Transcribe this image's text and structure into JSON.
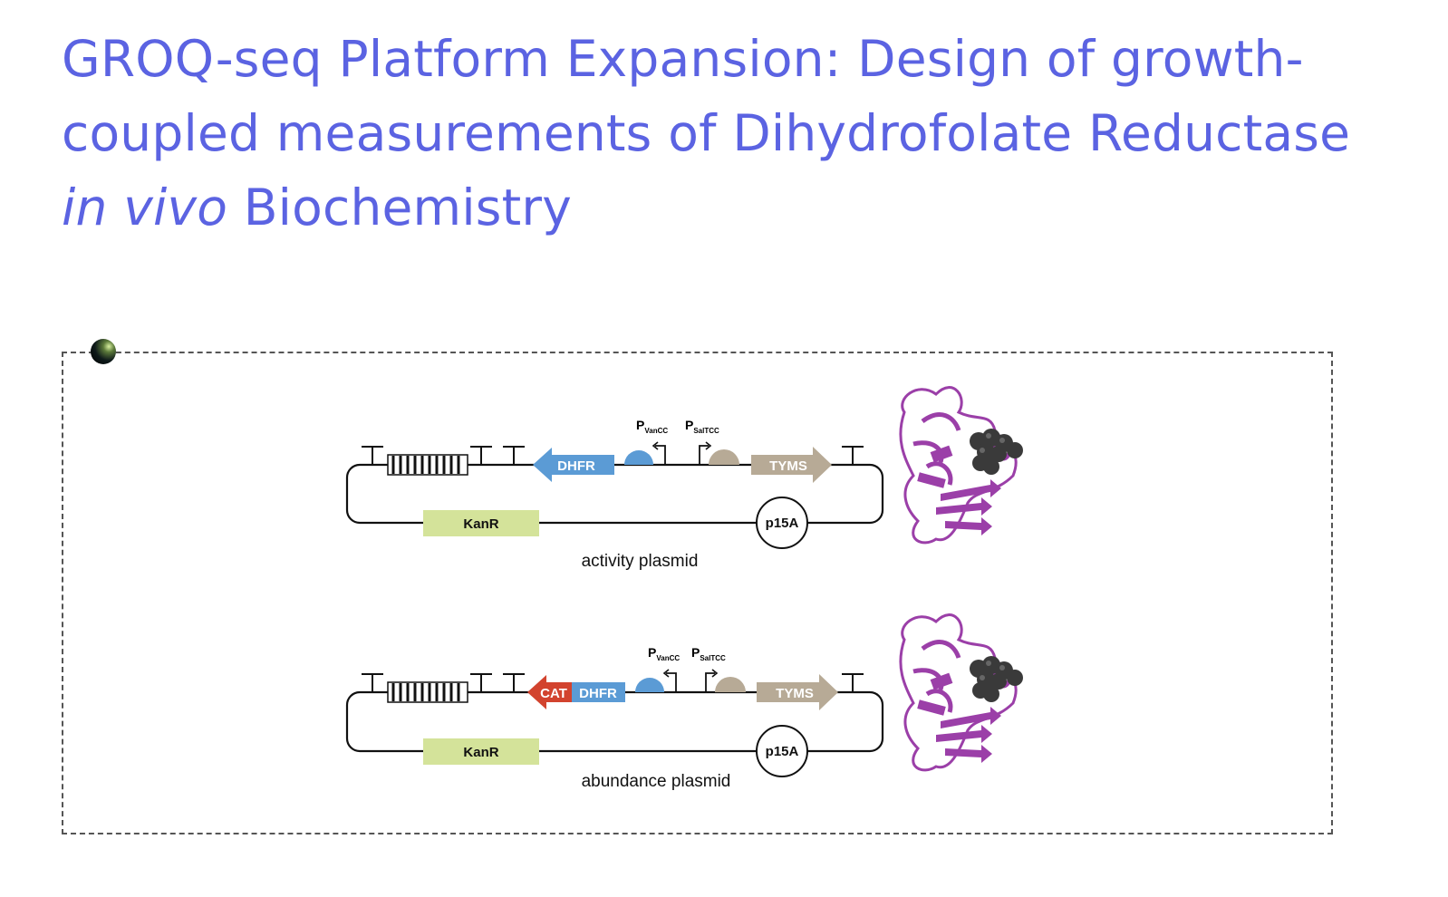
{
  "title": {
    "line1": "GROQ-seq Platform Expansion: Design of growth-",
    "line2": "coupled measurements of Dihydrofolate Reductase",
    "italic": "in vivo",
    "rest": " Biochemistry"
  },
  "plasmids": {
    "activity": {
      "caption": "activity plasmid",
      "dhfr": "DHFR",
      "tyms": "TYMS",
      "kanr": "KanR",
      "ori": "p15A",
      "p1_main": "P",
      "p1_sub": "VanCC",
      "p2_main": "P",
      "p2_sub": "SalTCC"
    },
    "abundance": {
      "caption": "abundance plasmid",
      "cat": "CAT",
      "dhfr": "DHFR",
      "tyms": "TYMS",
      "kanr": "KanR",
      "ori": "p15A",
      "p1_main": "P",
      "p1_sub": "VanCC",
      "p2_main": "P",
      "p2_sub": "SalTCC"
    }
  },
  "colors": {
    "title": "#5b63e2",
    "dhfr": "#5b9bd5",
    "tyms": "#b7aa96",
    "kanr": "#d4e39a",
    "cat": "#d2432e",
    "protein": "#9b3fa8",
    "ligand": "#3a3a3a"
  }
}
